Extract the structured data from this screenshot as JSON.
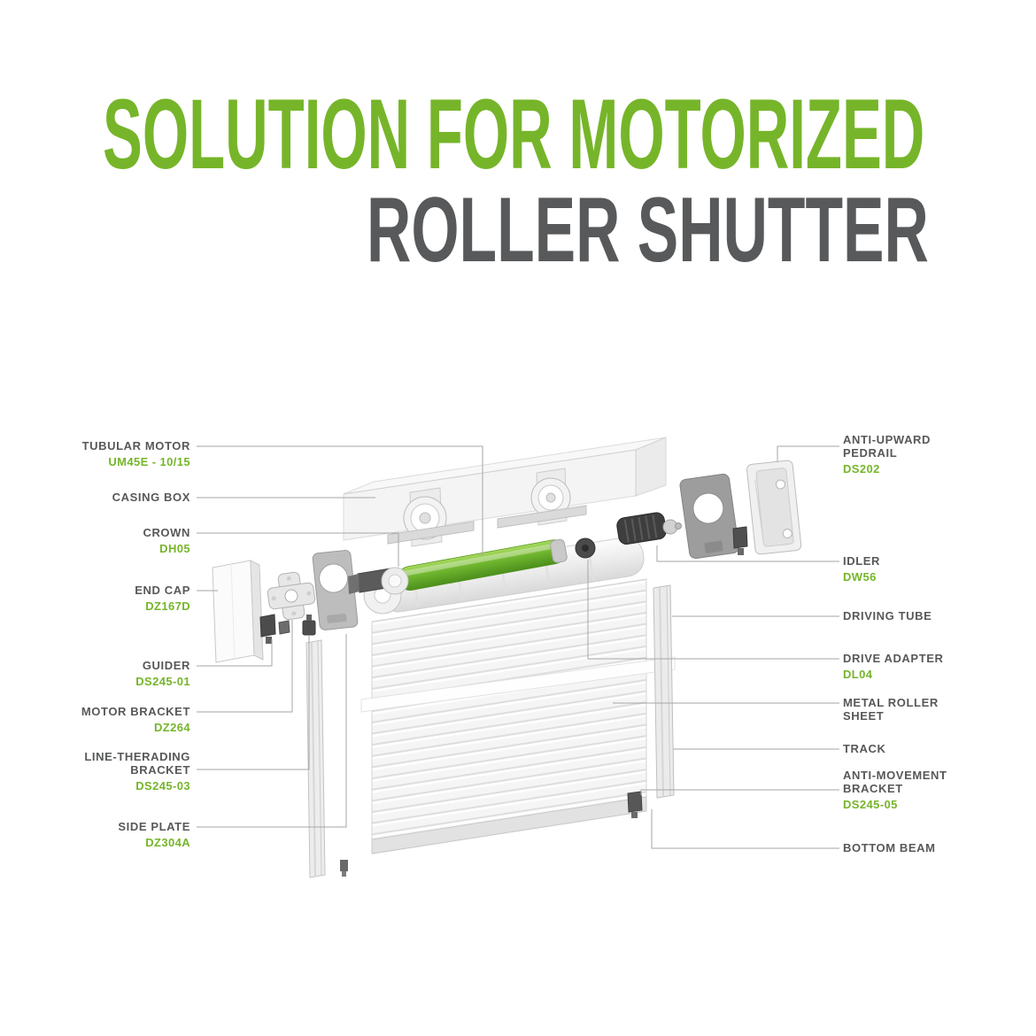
{
  "title": {
    "line1": "SOLUTION FOR MOTORIZED",
    "line2": "ROLLER SHUTTER"
  },
  "colors": {
    "title_green": "#76B52A",
    "title_gray": "#58595B",
    "label_text": "#57585A",
    "code_green": "#76B52A",
    "leader_line": "#A6A6A6",
    "motor_green": "#6FB52E"
  },
  "labels_left": [
    {
      "name": "TUBULAR MOTOR",
      "code": "UM45E - 10/15"
    },
    {
      "name": "CASING BOX",
      "code": ""
    },
    {
      "name": "CROWN",
      "code": "DH05"
    },
    {
      "name": "END CAP",
      "code": "DZ167D"
    },
    {
      "name": "GUIDER",
      "code": "DS245-01"
    },
    {
      "name": "MOTOR BRACKET",
      "code": "DZ264"
    },
    {
      "name": "LINE-THERADING BRACKET",
      "code": "DS245-03"
    },
    {
      "name": "SIDE PLATE",
      "code": "DZ304A"
    }
  ],
  "labels_right": [
    {
      "name": "ANTI-UPWARD PEDRAIL",
      "code": "DS202"
    },
    {
      "name": "IDLER",
      "code": "DW56"
    },
    {
      "name": "DRIVING TUBE",
      "code": ""
    },
    {
      "name": "DRIVE ADAPTER",
      "code": "DL04"
    },
    {
      "name": "METAL ROLLER SHEET",
      "code": ""
    },
    {
      "name": "TRACK",
      "code": ""
    },
    {
      "name": "ANTI-MOVEMENT BRACKET",
      "code": "DS245-05"
    },
    {
      "name": "BOTTOM BEAM",
      "code": ""
    }
  ]
}
